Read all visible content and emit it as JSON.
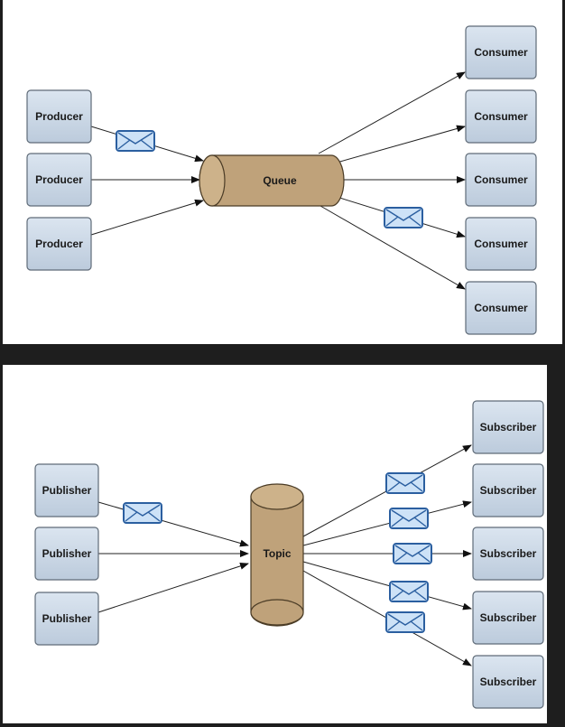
{
  "queue_diagram": {
    "center_label": "Queue",
    "producers": [
      "Producer",
      "Producer",
      "Producer"
    ],
    "consumers": [
      "Consumer",
      "Consumer",
      "Consumer",
      "Consumer",
      "Consumer"
    ]
  },
  "topic_diagram": {
    "center_label": "Topic",
    "publishers": [
      "Publisher",
      "Publisher",
      "Publisher"
    ],
    "subscribers": [
      "Subscriber",
      "Subscriber",
      "Subscriber",
      "Subscriber",
      "Subscriber"
    ]
  },
  "colors": {
    "box_fill": "#c9d6e5",
    "store_fill": "#bfa27a",
    "envelope_fill": "#cde2f7",
    "envelope_stroke": "#2b5fa0"
  }
}
